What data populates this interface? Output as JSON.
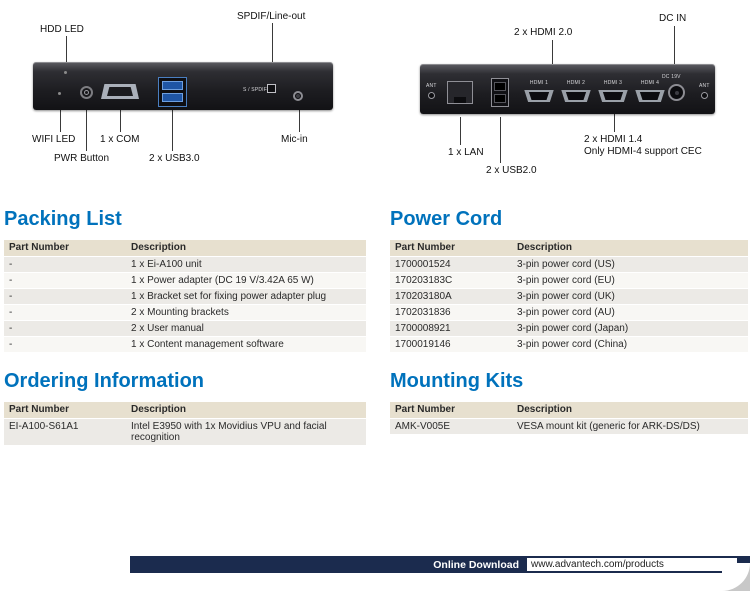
{
  "colors": {
    "accent": "#0072BC",
    "table-header": "#E7E0CF",
    "footer-bar": "#1B2B4E"
  },
  "diagram_left": {
    "hdd_led": "HDD LED",
    "spdif_lineout": "SPDIF/Line-out",
    "wifi_led": "WIFI LED",
    "com": "1 x COM",
    "pwr_button": "PWR Button",
    "usb3": "2 x USB3.0",
    "mic_in": "Mic-in",
    "spdif_port": "S / SPDIF"
  },
  "diagram_right": {
    "hdmi20": "2 x HDMI 2.0",
    "dc_in": "DC IN",
    "lan": "1 x LAN",
    "usb2": "2 x USB2.0",
    "hdmi14_line1": "2 x HDMI 1.4",
    "hdmi14_line2": "Only HDMI-4 support CEC",
    "ant_left": "ANT",
    "ant_right": "ANT",
    "hdmi_ports": [
      "HDMI 1",
      "HDMI 2",
      "HDMI 3",
      "HDMI 4"
    ],
    "dc_label": "DC 19V"
  },
  "sections": {
    "packing": {
      "title": "Packing List",
      "headers": [
        "Part Number",
        "Description"
      ],
      "rows": [
        {
          "part": "-",
          "desc": "1 x Ei-A100 unit"
        },
        {
          "part": "-",
          "desc": "1 x Power adapter (DC 19 V/3.42A 65 W)"
        },
        {
          "part": "-",
          "desc": "1 x Bracket set for fixing power adapter plug"
        },
        {
          "part": "-",
          "desc": "2 x Mounting brackets"
        },
        {
          "part": "-",
          "desc": "2 x User manual"
        },
        {
          "part": "-",
          "desc": "1 x Content management software"
        }
      ]
    },
    "power_cord": {
      "title": "Power Cord",
      "headers": [
        "Part Number",
        "Description"
      ],
      "rows": [
        {
          "part": "1700001524",
          "desc": "3-pin power cord (US)"
        },
        {
          "part": "170203183C",
          "desc": "3-pin power cord (EU)"
        },
        {
          "part": "170203180A",
          "desc": "3-pin power cord (UK)"
        },
        {
          "part": "1702031836",
          "desc": "3-pin power cord (AU)"
        },
        {
          "part": "1700008921",
          "desc": "3-pin power cord (Japan)"
        },
        {
          "part": "1700019146",
          "desc": "3-pin power cord (China)"
        }
      ]
    },
    "ordering": {
      "title": "Ordering Information",
      "headers": [
        "Part Number",
        "Description"
      ],
      "rows": [
        {
          "part": "EI-A100-S61A1",
          "desc": "Intel E3950 with 1x Movidius VPU and facial recognition"
        }
      ]
    },
    "mounting": {
      "title": "Mounting Kits",
      "headers": [
        "Part Number",
        "Description"
      ],
      "rows": [
        {
          "part": "AMK-V005E",
          "desc": "VESA mount kit (generic for ARK-DS/DS)"
        }
      ]
    }
  },
  "footer": {
    "label": "Online Download",
    "url": "www.advantech.com/products"
  }
}
